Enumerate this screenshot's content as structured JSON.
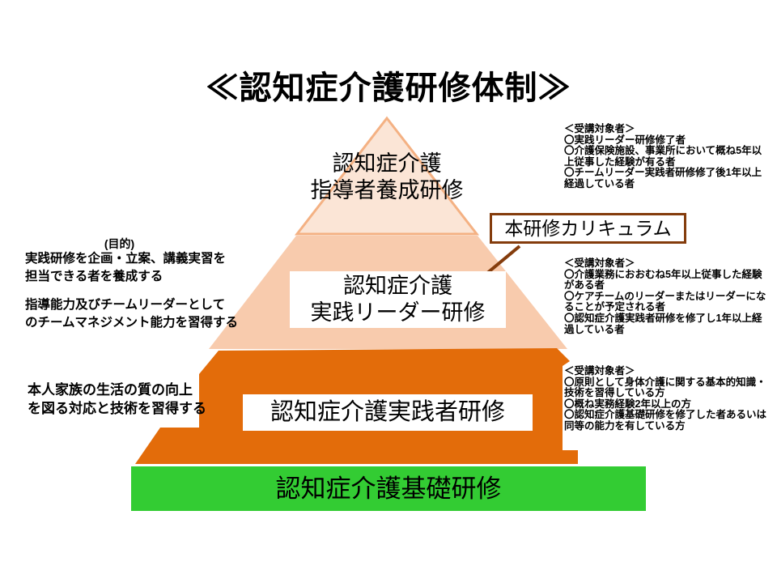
{
  "title": "≪認知症介護研修体制≫",
  "pyramid": {
    "tier1_lines": [
      "認知症介護",
      "指導者養成研修"
    ],
    "tier2_lines": [
      "認知症介護",
      "実践リーダー研修"
    ],
    "tier3_label": "認知症介護実践者研修",
    "tier4_label": "認知症介護基礎研修"
  },
  "callout": {
    "label": "本研修カリキュラム"
  },
  "left_notes": {
    "purpose_heading": "(目的)",
    "purpose1_lines": [
      "実践研修を企画・立案、講義実習を",
      "担当できる者を養成する"
    ],
    "purpose2_lines": [
      "指導能力及びチームリーダーとして",
      "のチームマネジメント能力を習得する"
    ],
    "quality_lines": [
      "本人家族の生活の質の向上",
      "を図る対応と技術を習得する"
    ]
  },
  "right_notes": {
    "heading": "＜受講対象者＞",
    "top_lines": [
      "〇実践リーダー研修修了者",
      "〇介護保険施設、事業所において概ね5年以",
      "上従事した経験が有る者",
      "〇チームリーダー実践者研修修了後1年以上",
      "経過している者"
    ],
    "middle_lines": [
      "〇介護業務におおむね5年以上従事した経験",
      "がある者",
      "〇ケアチームのリーダーまたはリーダーにな",
      "ることが予定される者",
      "〇認知症介護実践者研修を修了し1年以上経",
      "過している者"
    ],
    "bottom_lines": [
      "〇原則として身体介護に関する基本的知識・",
      "技術を習得している方",
      "〇概ね実務経験2年以上の方",
      "〇認知症介護基礎研修を修了した者あるいは",
      "同等の能力を有している方"
    ]
  },
  "colors": {
    "tier1_fill": "#FBE5D6",
    "tier1_border": "#F4B183",
    "tier2_fill": "#F8CBAD",
    "tier3_fill": "#E36C0A",
    "tier4_fill": "#33CC33",
    "callout_border": "#843C0C",
    "arrow": "#843C0C"
  }
}
